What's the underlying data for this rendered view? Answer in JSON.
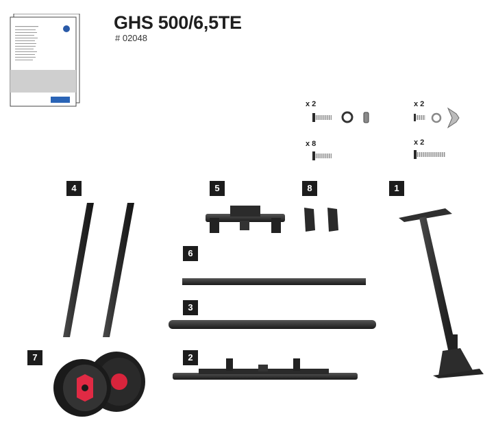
{
  "header": {
    "model": "GHS 500/6,5TE",
    "article_number": "# 02048"
  },
  "hardware": [
    {
      "qty": "x 2",
      "item": "bolt-with-washer-and-nut"
    },
    {
      "qty": "x 2",
      "item": "bolt-with-washer-and-wing-nut"
    },
    {
      "qty": "x 8",
      "item": "short-bolt"
    },
    {
      "qty": "x 2",
      "item": "long-bolt"
    }
  ],
  "parts": [
    {
      "number": "1",
      "item": "upright-support-leg"
    },
    {
      "number": "2",
      "item": "main-axle-beam"
    },
    {
      "number": "3",
      "item": "long-tube"
    },
    {
      "number": "4",
      "item": "side-tubes"
    },
    {
      "number": "5",
      "item": "handle-bracket"
    },
    {
      "number": "6",
      "item": "square-rail"
    },
    {
      "number": "7",
      "item": "wheels"
    },
    {
      "number": "8",
      "item": "mounting-brackets"
    }
  ]
}
